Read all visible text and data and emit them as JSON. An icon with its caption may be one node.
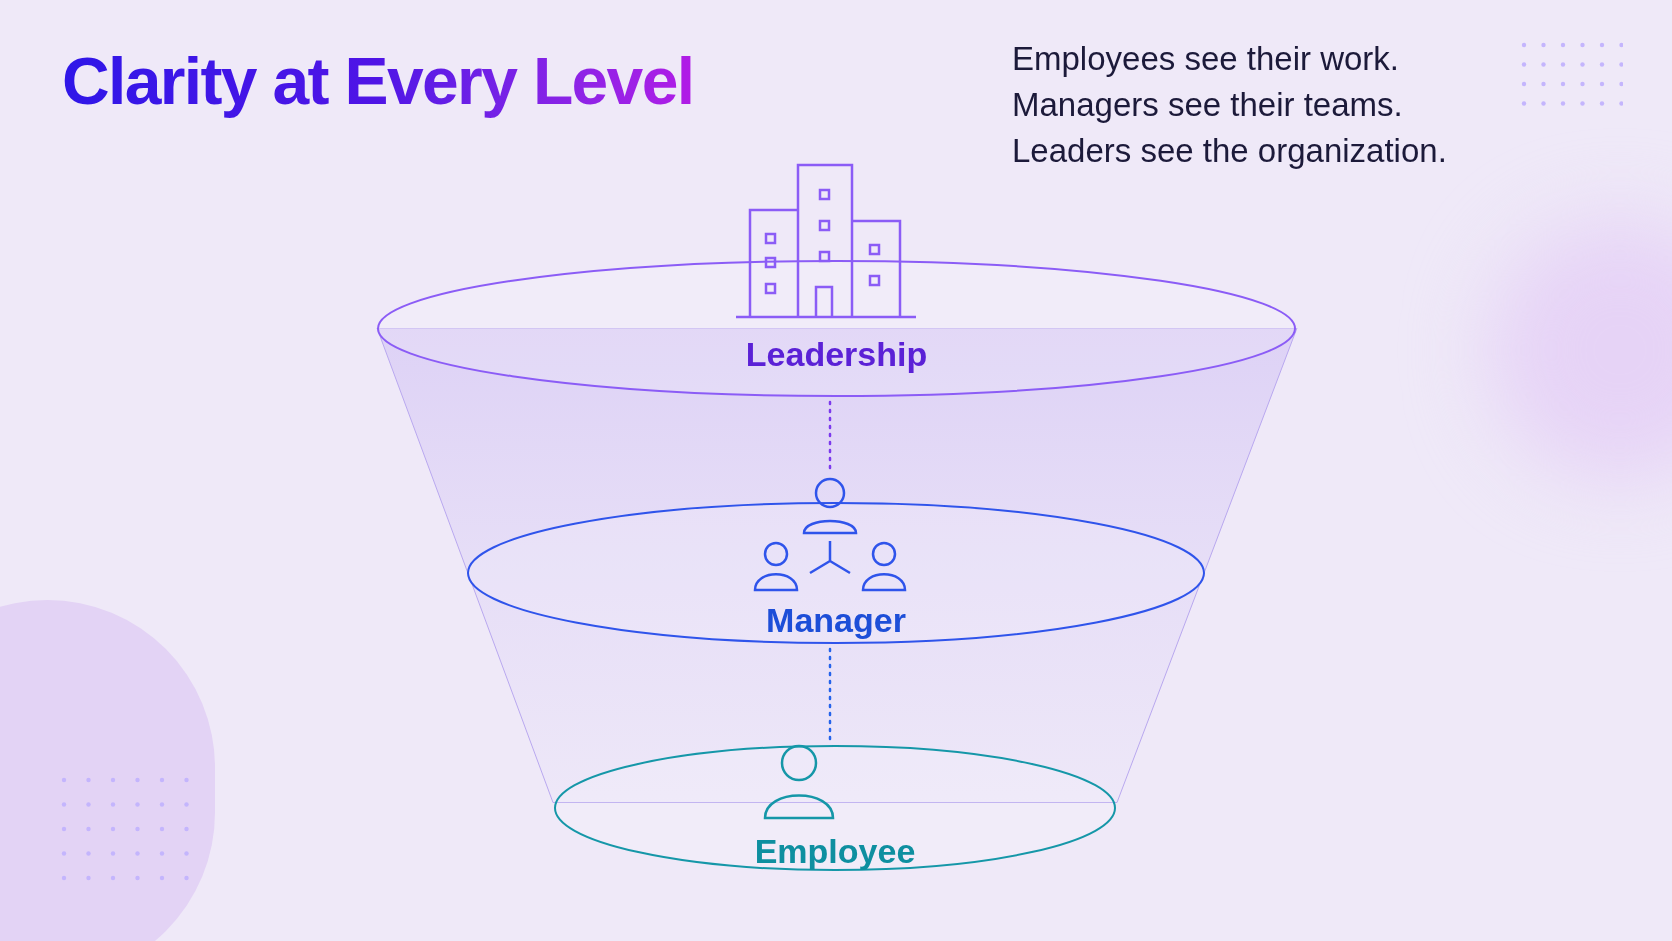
{
  "diagram": {
    "title": "Clarity at Every Level",
    "nodes": [
      {
        "text": [
          "Leadership"
        ]
      },
      {
        "text": [
          "Manager"
        ]
      },
      {
        "text": [
          "Employee"
        ]
      }
    ],
    "edges": [
      {
        "from": 0,
        "to": 1,
        "arrow": "none",
        "style": "dashed",
        "color": "#7c3aed"
      },
      {
        "from": 1,
        "to": 2,
        "arrow": "none",
        "style": "dashed",
        "color": "#2563eb"
      }
    ],
    "labels": [
      "Employees see their work.",
      "Managers see their teams.",
      "Leaders see the organization."
    ]
  }
}
